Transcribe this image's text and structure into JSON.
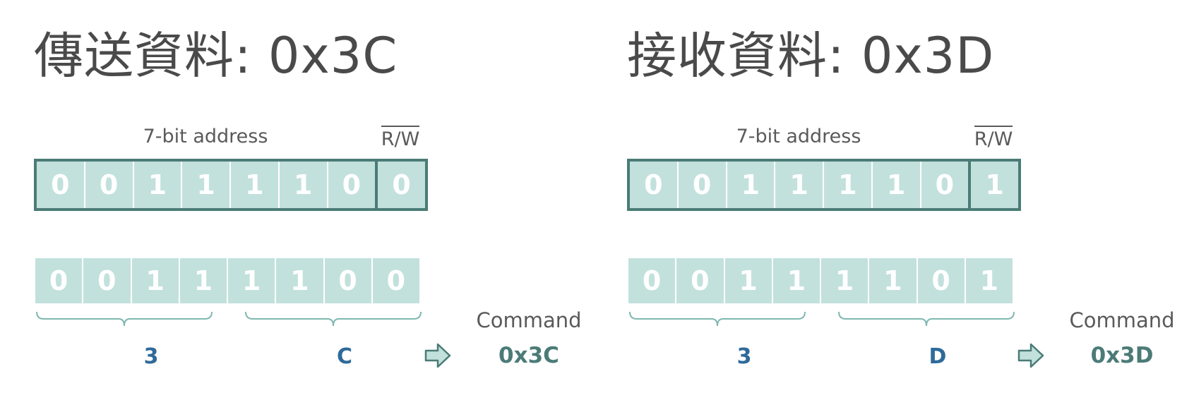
{
  "panels": [
    {
      "title": "傳送資料: 0x3C",
      "address_label": "7-bit address",
      "rw_label": "R/W",
      "frame_bits": [
        "0",
        "0",
        "1",
        "1",
        "1",
        "1",
        "0",
        "0"
      ],
      "row_bits": [
        "0",
        "0",
        "1",
        "1",
        "1",
        "1",
        "0",
        "0"
      ],
      "nibbles": [
        "3",
        "C"
      ],
      "command_label": "Command",
      "command_value": "0x3C"
    },
    {
      "title": "接收資料: 0x3D",
      "address_label": "7-bit address",
      "rw_label": "R/W",
      "frame_bits": [
        "0",
        "0",
        "1",
        "1",
        "1",
        "1",
        "0",
        "1"
      ],
      "row_bits": [
        "0",
        "0",
        "1",
        "1",
        "1",
        "1",
        "0",
        "1"
      ],
      "nibbles": [
        "3",
        "D"
      ],
      "command_label": "Command",
      "command_value": "0x3D"
    }
  ],
  "colors": {
    "cell_fill": "#c2e1dc",
    "frame_border": "#4b7b77",
    "nibble_text": "#2f6a99",
    "command_text": "#4b7b77",
    "label_text": "#5a5a5a"
  },
  "icons": {
    "arrow": "right-arrow-icon",
    "brace": "brace-icon"
  }
}
